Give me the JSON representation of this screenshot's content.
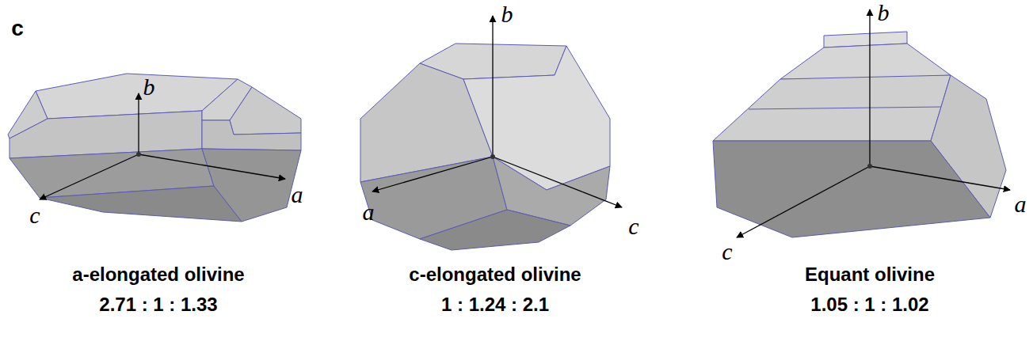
{
  "diagram": {
    "labels": [
      "c",
      "b",
      "c",
      "a",
      "a-elongated olivine",
      "2.71 : 1 : 1.33",
      "b",
      "a",
      "c",
      "c-elongated olivine",
      "1 : 1.24 : 2.1",
      "b",
      "c",
      "a",
      "Equant olivine",
      "1.05 : 1 : 1.02"
    ]
  }
}
